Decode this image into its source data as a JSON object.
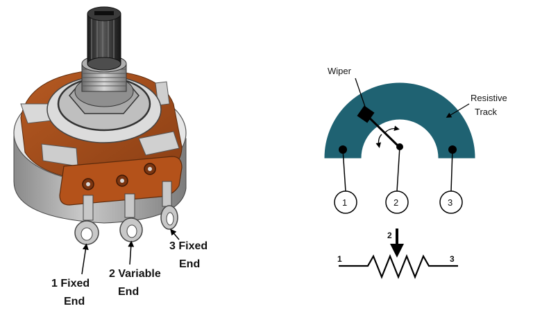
{
  "potentiometer_photo": {
    "labels": {
      "pin1_line1": "1 Fixed",
      "pin1_line2": "End",
      "pin2_line1": "2 Variable",
      "pin2_line2": "End",
      "pin3_line1": "3 Fixed",
      "pin3_line2": "End"
    }
  },
  "track_diagram": {
    "wiper_label": "Wiper",
    "track_label_line1": "Resistive",
    "track_label_line2": "Track",
    "terminals": [
      "1",
      "2",
      "3"
    ],
    "track_color": "#1f6272"
  },
  "schematic_symbol": {
    "left_label": "1",
    "wiper_label": "2",
    "right_label": "3"
  }
}
